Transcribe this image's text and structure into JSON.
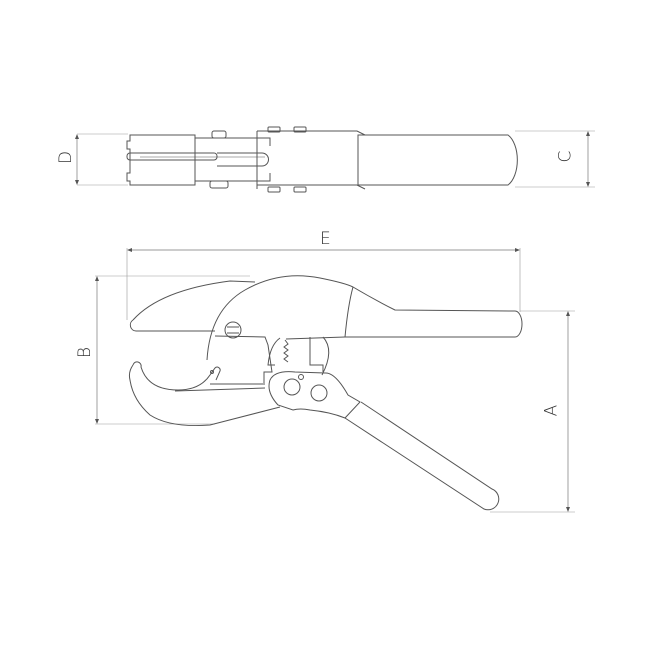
{
  "drawing": {
    "subject": "pipe cutter technical drawing",
    "line_color": "#555555",
    "dim_color": "#777777",
    "views": [
      "top-view",
      "side-view"
    ]
  },
  "dimensions": {
    "A": "A",
    "B": "B",
    "C": "C",
    "D": "D",
    "E": "E"
  }
}
